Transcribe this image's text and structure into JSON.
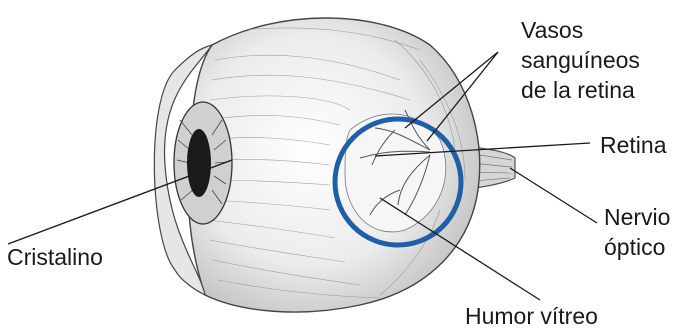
{
  "labels": {
    "vessels": [
      "Vasos",
      "sanguíneos",
      "de la retina"
    ],
    "retina": "Retina",
    "optic_nerve": [
      "Nervio",
      "óptico"
    ],
    "lens": "Cristalino",
    "vitreous": "Humor vítreo"
  },
  "colors": {
    "highlight_circle": "#1f5fa8",
    "leader_line": "#1a1a1a",
    "sketch": "#555555"
  }
}
